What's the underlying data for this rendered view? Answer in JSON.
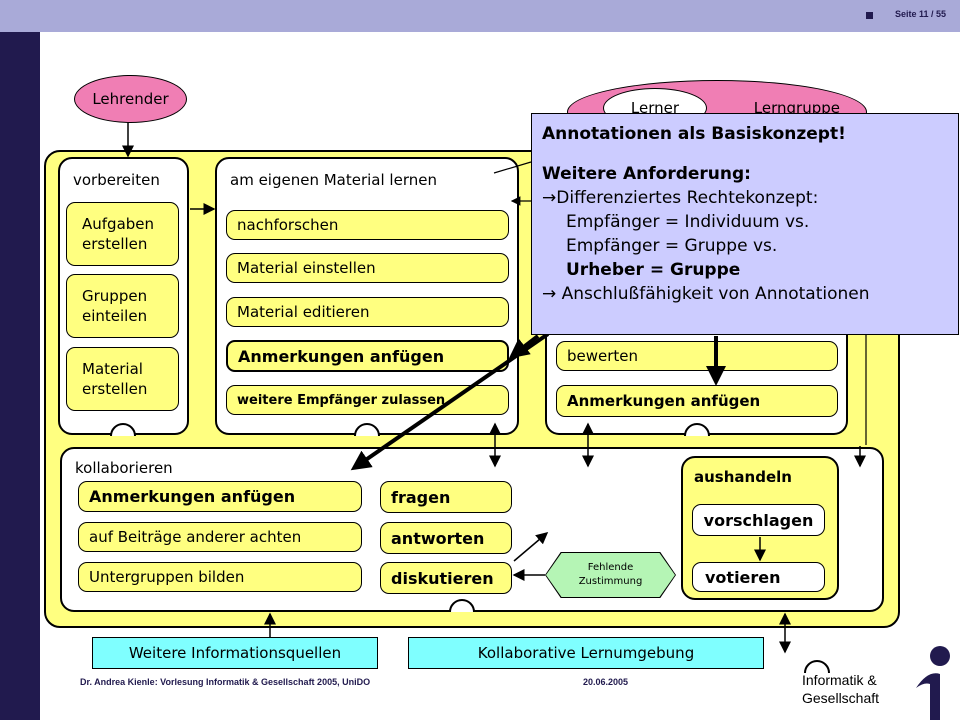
{
  "slide": {
    "page_number": "Seite 11 / 55"
  },
  "roles": {
    "teacher": "Lehrender",
    "learner": "Lerner",
    "group": "Lerngruppe"
  },
  "prepare": {
    "title": "vorbereiten",
    "items": [
      "Aufgaben erstellen",
      "Gruppen einteilen",
      "Material erstellen"
    ]
  },
  "own_material": {
    "title": "am eigenen Material lernen",
    "items": [
      "nachforschen",
      "Material einstellen",
      "Material editieren",
      "Anmerkungen anfügen",
      "weitere Empfänger zulassen"
    ]
  },
  "right_panel": {
    "items": [
      "bewerten",
      "Anmerkungen anfügen"
    ]
  },
  "collaborate": {
    "title": "kollaborieren",
    "items_left": [
      "Anmerkungen anfügen",
      "auf Beiträge anderer achten",
      "Untergruppen bilden"
    ],
    "items_mid": [
      "fragen",
      "antworten",
      "diskutieren"
    ],
    "missing_consent": "Fehlende Zustimmung",
    "negotiate": {
      "title": "aushandeln",
      "items": [
        "vorschlagen",
        "votieren"
      ]
    }
  },
  "bottom": {
    "info_sources": "Weitere Informationsquellen",
    "learning_env": "Kollaborative Lernumgebung"
  },
  "callout": {
    "line1": "Annotationen als Basiskonzept!",
    "line2": "Weitere Anforderung:",
    "line3": "Differenziertes Rechtekonzept:",
    "line4": "Empfänger = Individuum vs.",
    "line5": "Empfänger = Gruppe vs.",
    "line6": "Urheber = Gruppe",
    "line7": " Anschlußfähigkeit von Annotationen",
    "arrow_glyph": "→"
  },
  "footer": {
    "author": "Dr. Andrea Kienle: Vorlesung Informatik & Gesellschaft 2005, UniDO",
    "date": "20.06.2005",
    "logo_line1": "Informatik &",
    "logo_line2": "Gesellschaft"
  },
  "colors": {
    "topbar": "#a9aad8",
    "sidebar": "#211a4e",
    "yellow": "#ffff80",
    "pink": "#f07eb4",
    "cyan": "#7fffff",
    "callout": "#ccccff",
    "green": "#b5f5b5",
    "arrow": "#000000"
  }
}
